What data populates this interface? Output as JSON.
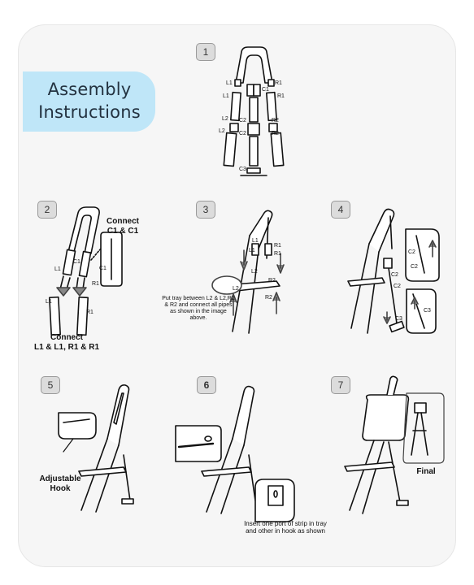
{
  "title": {
    "line1": "Assembly",
    "line2": "Instructions"
  },
  "steps": [
    "1",
    "2",
    "3",
    "4",
    "5",
    "6",
    "7"
  ],
  "step1": {
    "labels": [
      "L1",
      "R1",
      "C1",
      "L1",
      "R1",
      "L2",
      "C2",
      "R2",
      "L2",
      "C2",
      "R2",
      "C3"
    ]
  },
  "step2": {
    "connect_top_line1": "Connect",
    "connect_top_line2": "C1 & C1",
    "connect_bottom_line1": "Connect",
    "connect_bottom_line2": "L1 & L1, R1 & R1",
    "labels": [
      "L1",
      "R1",
      "C1",
      "C1",
      "L1",
      "R1"
    ]
  },
  "step3": {
    "note": "Put tray between L2 & L2,R2 & R2 and connect all pipes as shown in the image above.",
    "labels": [
      "L1",
      "R1",
      "L1",
      "R1",
      "L2",
      "R2",
      "L2",
      "R2"
    ]
  },
  "step4": {
    "labels": [
      "C2",
      "C2",
      "C2",
      "C2",
      "C3",
      "C3"
    ]
  },
  "step5": {
    "caption_line1": "Adjustable",
    "caption_line2": "Hook"
  },
  "step6": {
    "caption": "Insert one port of strip in tray and other in hook as shown"
  },
  "step7": {
    "caption": "Final"
  }
}
